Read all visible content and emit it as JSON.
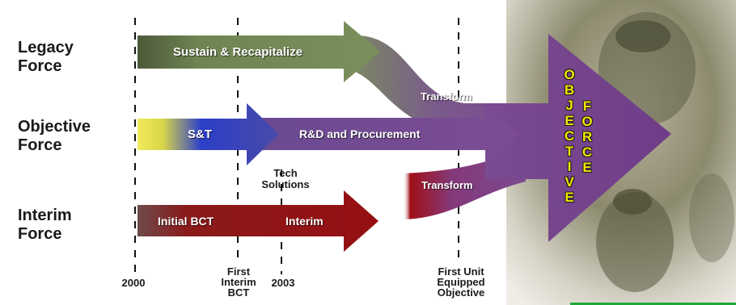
{
  "rows": {
    "legacy": [
      "Legacy",
      "Force"
    ],
    "objective": [
      "Objective",
      "Force"
    ],
    "interim": [
      "Interim",
      "Force"
    ]
  },
  "arrows": {
    "sustain": "Sustain & Recapitalize",
    "st": "S&T",
    "rd": "R&D and Procurement",
    "initial_bct": "Initial BCT",
    "interim": "Interim",
    "transform_top": "Transform",
    "transform_bottom": "Transform"
  },
  "tech_solutions": [
    "Tech",
    "Solutions"
  ],
  "timeline": {
    "t2000": "2000",
    "first_interim_bct": [
      "First",
      "Interim",
      "BCT"
    ],
    "t2003": "2003",
    "first_unit": [
      "First Unit",
      "Equipped",
      "Objective"
    ]
  },
  "objective_force": {
    "left": [
      "O",
      "B",
      "J",
      "E",
      "C",
      "T",
      "I",
      "V",
      "E"
    ],
    "right": [
      "F",
      "O",
      "R",
      "C",
      "E"
    ]
  },
  "colors": {
    "legacy_arrow": "#6e8452",
    "objective_arrow": "#7b4a91",
    "interim_arrow": "#8e0f12",
    "st_yellow": "#e8e04a",
    "st_blue": "#2233b8",
    "objective_letters": "#f5e600",
    "accent_line": "#1fa83a"
  }
}
